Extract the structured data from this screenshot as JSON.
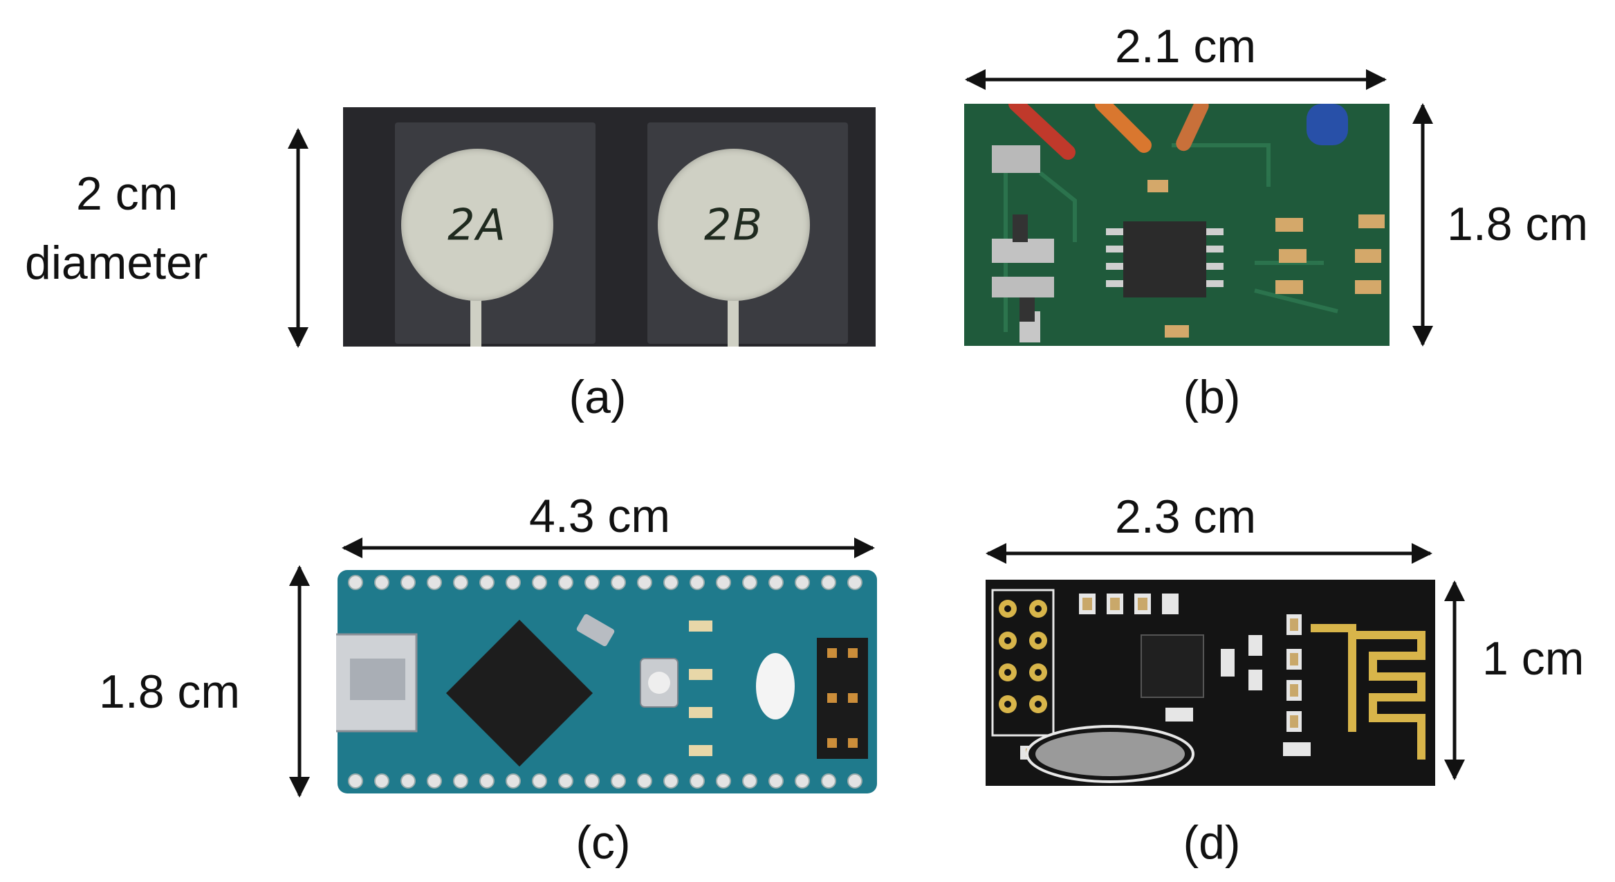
{
  "panels": {
    "a": {
      "caption": "(a)",
      "dimension_line1": "2 cm",
      "dimension_line2": "diameter",
      "electrode_labels": [
        "2A",
        "2B"
      ]
    },
    "b": {
      "caption": "(b)",
      "width_label": "2.1 cm",
      "height_label": "1.8 cm"
    },
    "c": {
      "caption": "(c)",
      "width_label": "4.3 cm",
      "height_label": "1.8 cm"
    },
    "d": {
      "caption": "(d)",
      "width_label": "2.3 cm",
      "height_label": "1 cm"
    }
  },
  "colors": {
    "pcb_green": "#1f5a3b",
    "arduino_teal": "#1f7a8c",
    "nrf_black": "#141414",
    "antenna_gold": "#d8b54a",
    "electrode_gray": "#cfd0c4"
  }
}
